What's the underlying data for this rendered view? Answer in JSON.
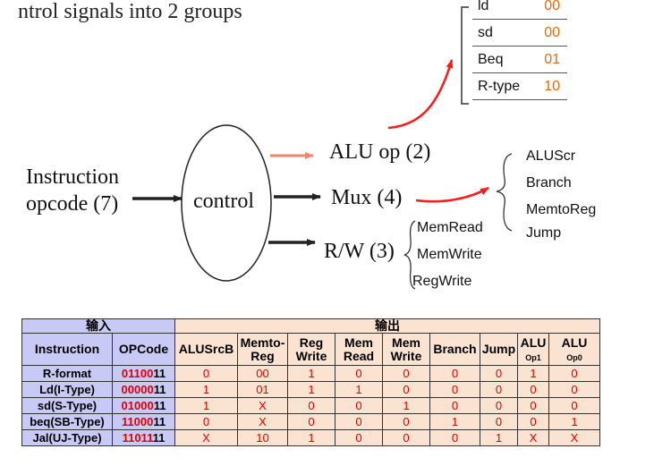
{
  "slide_title": "ntrol signals into 2 groups",
  "aluop_table": {
    "rows": [
      {
        "name": "ld",
        "value": "00"
      },
      {
        "name": "sd",
        "value": "00"
      },
      {
        "name": "Beq",
        "value": "01"
      },
      {
        "name": "R-type",
        "value": "10"
      }
    ]
  },
  "diagram": {
    "input_label_line1": "Instruction",
    "input_label_line2": "opcode (7)",
    "control_label": "control",
    "output_alu": "ALU op (2)",
    "output_mux": "Mux (4)",
    "output_rw": "R/W (3)",
    "mux_signals": [
      "ALUScr",
      "Branch",
      "MemtoReg",
      "Jump"
    ],
    "rw_signals": [
      "MemRead",
      "MemWrite",
      "RegWrite"
    ],
    "colors": {
      "arrow_red": "#ff1a1a",
      "arrow_black": "#222222",
      "alu_arrow": "#f4836b"
    }
  },
  "control_table": {
    "group_input": "输入",
    "group_output": "输出",
    "headers": {
      "instruction": "Instruction",
      "opcode": "OPCode",
      "alusrcb": "ALUSrcB",
      "memtoreg_1": "Memto-",
      "memtoreg_2": "Reg",
      "regwrite_1": "Reg",
      "regwrite_2": "Write",
      "memread_1": "Mem",
      "memread_2": "Read",
      "memwrite_1": "Mem",
      "memwrite_2": "Write",
      "branch": "Branch",
      "jump": "Jump",
      "aluop1_main": "ALU",
      "aluop1_sub": "Op1",
      "aluop0_main": "ALU",
      "aluop0_sub": "Op0"
    },
    "rows": [
      {
        "instruction": "R-format",
        "op_red": "01100",
        "op_black": "11",
        "alusrcb": "0",
        "memtoreg": "00",
        "regwrite": "1",
        "memread": "0",
        "memwrite": "0",
        "branch": "0",
        "jump": "0",
        "aluop1": "1",
        "aluop0": "0"
      },
      {
        "instruction": "Ld(I-Type)",
        "op_red": "00000",
        "op_black": "11",
        "alusrcb": "1",
        "memtoreg": "01",
        "regwrite": "1",
        "memread": "1",
        "memwrite": "0",
        "branch": "0",
        "jump": "0",
        "aluop1": "0",
        "aluop0": "0"
      },
      {
        "instruction": "sd(S-Type)",
        "op_red": "01000",
        "op_black": "11",
        "alusrcb": "1",
        "memtoreg": "X",
        "regwrite": "0",
        "memread": "0",
        "memwrite": "1",
        "branch": "0",
        "jump": "0",
        "aluop1": "0",
        "aluop0": "0"
      },
      {
        "instruction": "beq(SB-Type)",
        "op_red": "11000",
        "op_black": "11",
        "alusrcb": "0",
        "memtoreg": "X",
        "regwrite": "0",
        "memread": "0",
        "memwrite": "0",
        "branch": "1",
        "jump": "0",
        "aluop1": "0",
        "aluop0": "1"
      },
      {
        "instruction": "Jal(UJ-Type)",
        "op_red": "11011",
        "op_black": "11",
        "alusrcb": "X",
        "memtoreg": "10",
        "regwrite": "1",
        "memread": "0",
        "memwrite": "0",
        "branch": "0",
        "jump": "1",
        "aluop1": "X",
        "aluop0": "X"
      }
    ]
  }
}
